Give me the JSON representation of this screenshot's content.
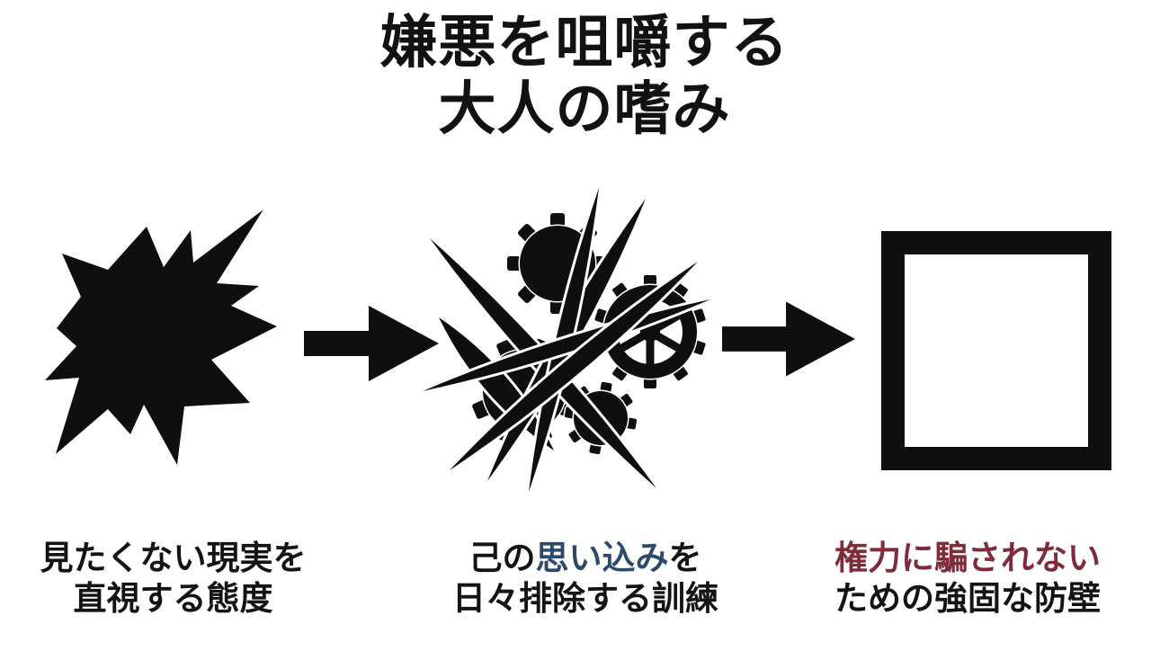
{
  "title": {
    "line1": "嫌悪を咀嚼する",
    "line2": "大人の嗜み"
  },
  "flow": {
    "connector_icon": "arrow-right",
    "step1": {
      "icon": "starburst-explosion",
      "caption_line1": "見たくない現実を",
      "caption_line2": "直視する態度"
    },
    "step2": {
      "icon": "slashed-gears",
      "caption_line1_prefix": "己の",
      "caption_line1_highlight": "思い込み",
      "caption_line1_suffix": "を",
      "caption_line2": "日々排除する訓練"
    },
    "step3": {
      "icon": "square-outline",
      "caption_line1": "権力に騙されない",
      "caption_line2": "ための強固な防壁"
    }
  },
  "colors": {
    "background": "#ffffff",
    "text_black": "#141414",
    "highlight_navy": "#2d4a6b",
    "highlight_maroon": "#7e2b3a"
  }
}
